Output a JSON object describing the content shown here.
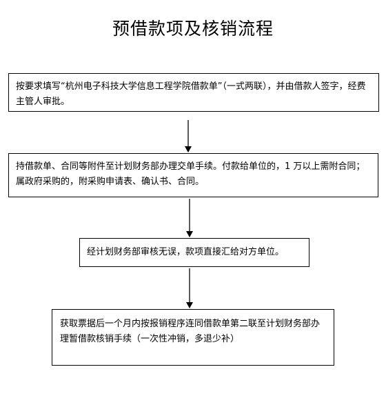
{
  "title": "预借款项及核销流程",
  "steps": [
    {
      "text": "按要求填写“杭州电子科技大学信息工程学院借款单”（一式两联），并由借款人签字，经费主管人审批。"
    },
    {
      "text": "持借款单、合同等附件至计划财务部办理交单手续。付款给单位的，1 万以上需附合同；属政府采购的，附采购申请表、确认书、合同。"
    },
    {
      "text": "经计划财务部审核无误，款项直接汇给对方单位。"
    },
    {
      "text": "获取票据后一个月内按报销程序连同借款单第二联至计划财务部办理暂借款核销手续（一次性冲销，多退少补）"
    }
  ]
}
